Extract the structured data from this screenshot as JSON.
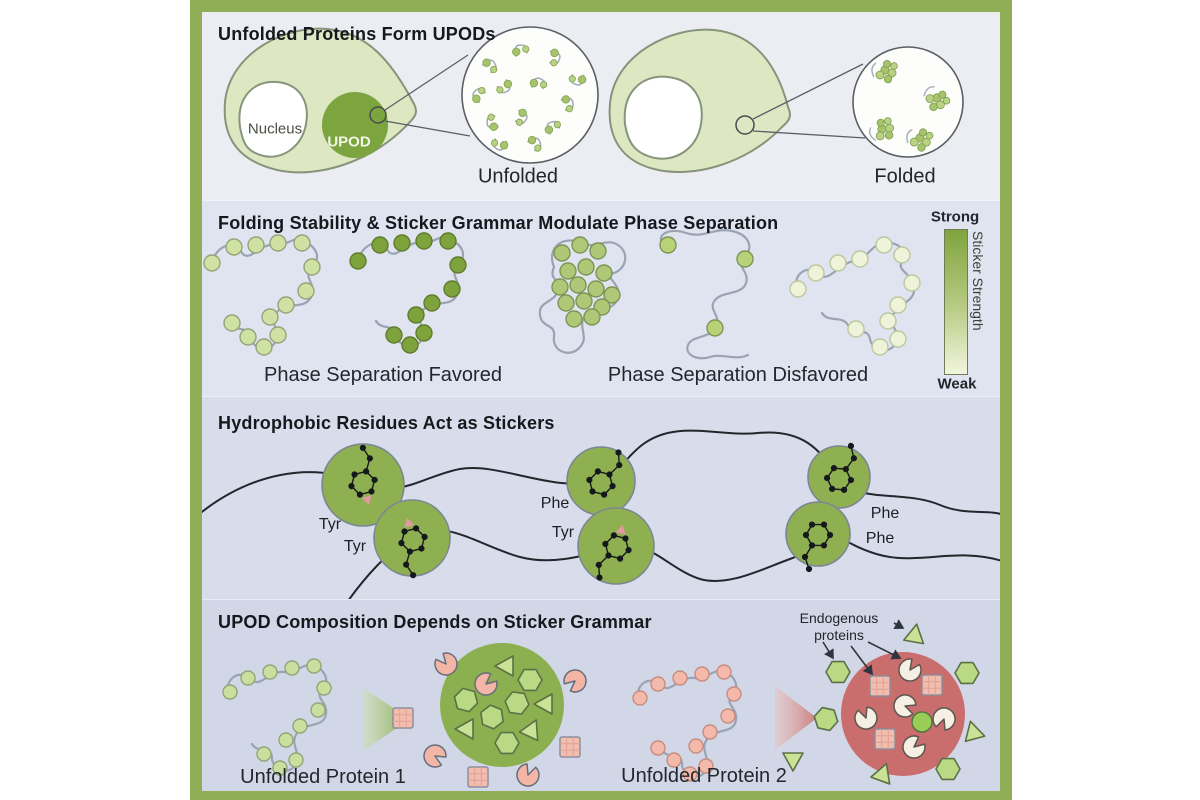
{
  "colors": {
    "frame_green": "#90ae55",
    "panel_backgrounds": [
      "#ecedf3",
      "#e0e4f0",
      "#d9ddeb",
      "#d2d7e8"
    ],
    "cytoplasm_green": "#dde8c3",
    "upod_green": "#7ca43f",
    "sticker_strong_green": "#7fa33c",
    "sticker_weak_green": "#eff3da",
    "condensate_green": "#8cb050",
    "condensate_red": "#ca6d6d",
    "endogenous_pink": "#f2b5a6",
    "endogenous_light_green": "#b9d985"
  },
  "panel1": {
    "title": "Unfolded Proteins Form UPODs",
    "nucleus_label": "Nucleus",
    "upod_label": "UPOD",
    "unfolded_label": "Unfolded",
    "folded_label": "Folded"
  },
  "panel2": {
    "title": "Folding Stability & Sticker Grammar Modulate Phase Separation",
    "favored_label": "Phase Separation Favored",
    "disfavored_label": "Phase Separation Disfavored",
    "scale_top": "Strong",
    "scale_bottom": "Weak",
    "scale_axis": "Sticker Strength"
  },
  "panel3": {
    "title": "Hydrophobic Residues Act as Stickers",
    "labels": [
      "Tyr",
      "Tyr",
      "Phe",
      "Tyr",
      "Phe",
      "Phe"
    ]
  },
  "panel4": {
    "title": "UPOD Composition Depends on Sticker Grammar",
    "protein1_label": "Unfolded Protein 1",
    "protein2_label": "Unfolded Protein 2",
    "endogenous_label": "Endogenous proteins"
  }
}
